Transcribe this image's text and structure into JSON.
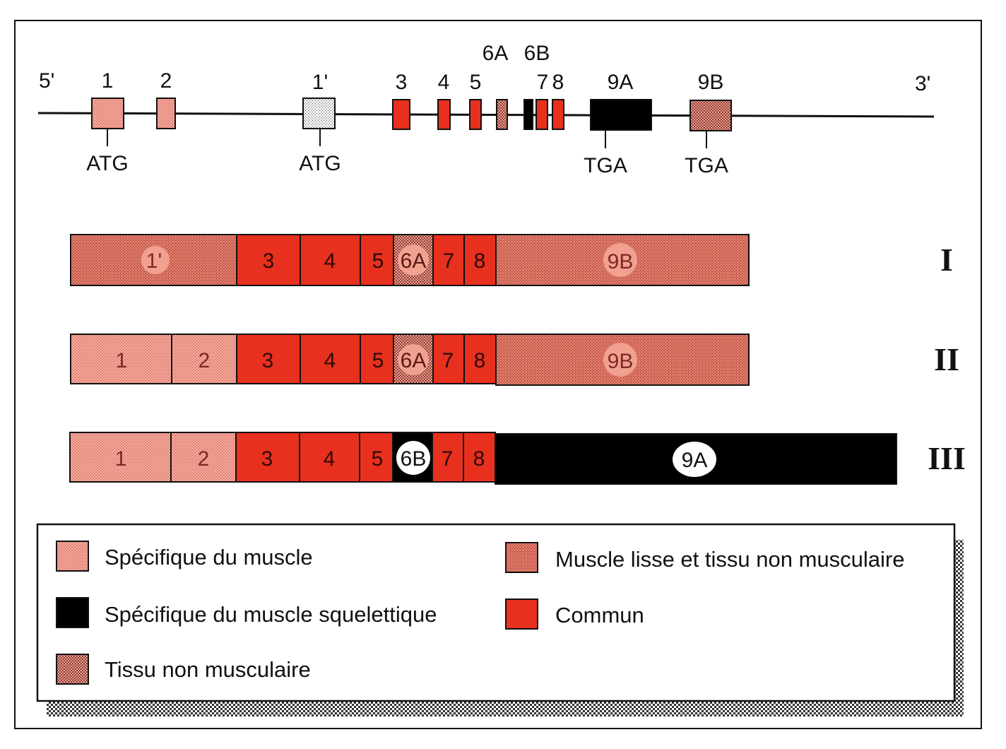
{
  "colors": {
    "muscle_specific": "#ef8a7a",
    "skeletal_specific": "#000000",
    "non_muscle": "#e0705f",
    "smooth_and_non_muscle": "#d97a6c",
    "common": "#e8301e",
    "alt_start_exon": "#dcdcdc"
  },
  "gene": {
    "end5": "5'",
    "end3": "3'",
    "exons": [
      {
        "label": "1",
        "style": "muscle_specific"
      },
      {
        "label": "2",
        "style": "muscle_specific"
      },
      {
        "label": "1'",
        "style": "alt_start_exon"
      },
      {
        "label": "3",
        "style": "common"
      },
      {
        "label": "4",
        "style": "common"
      },
      {
        "label": "5",
        "style": "common"
      },
      {
        "label": "6A",
        "style": "smooth_and_non_muscle"
      },
      {
        "label": "6B",
        "style": "skeletal_specific"
      },
      {
        "label": "7",
        "style": "common"
      },
      {
        "label": "8",
        "style": "common"
      },
      {
        "label": "9A",
        "style": "skeletal_specific"
      },
      {
        "label": "9B",
        "style": "non_muscle"
      }
    ],
    "codons": [
      {
        "text": "ATG",
        "exon": "1"
      },
      {
        "text": "ATG",
        "exon": "1'"
      },
      {
        "text": "TGA",
        "exon": "9A"
      },
      {
        "text": "TGA",
        "exon": "9B"
      }
    ]
  },
  "transcripts": [
    {
      "roman": "I",
      "segments": [
        {
          "label": "1'",
          "style": "smooth_and_non_muscle"
        },
        {
          "label": "3",
          "style": "common"
        },
        {
          "label": "4",
          "style": "common"
        },
        {
          "label": "5",
          "style": "common"
        },
        {
          "label": "6A",
          "style": "smooth_and_non_muscle"
        },
        {
          "label": "7",
          "style": "common"
        },
        {
          "label": "8",
          "style": "common"
        },
        {
          "label": "9B",
          "style": "smooth_and_non_muscle"
        }
      ]
    },
    {
      "roman": "II",
      "segments": [
        {
          "label": "1",
          "style": "muscle_specific"
        },
        {
          "label": "2",
          "style": "muscle_specific"
        },
        {
          "label": "3",
          "style": "common"
        },
        {
          "label": "4",
          "style": "common"
        },
        {
          "label": "5",
          "style": "common"
        },
        {
          "label": "6A",
          "style": "smooth_and_non_muscle"
        },
        {
          "label": "7",
          "style": "common"
        },
        {
          "label": "8",
          "style": "common"
        },
        {
          "label": "9B",
          "style": "smooth_and_non_muscle"
        }
      ]
    },
    {
      "roman": "III",
      "segments": [
        {
          "label": "1",
          "style": "muscle_specific"
        },
        {
          "label": "2",
          "style": "muscle_specific"
        },
        {
          "label": "3",
          "style": "common"
        },
        {
          "label": "4",
          "style": "common"
        },
        {
          "label": "5",
          "style": "common"
        },
        {
          "label": "6B",
          "style": "skeletal_specific"
        },
        {
          "label": "7",
          "style": "common"
        },
        {
          "label": "8",
          "style": "common"
        },
        {
          "label": "9A",
          "style": "skeletal_specific"
        }
      ]
    }
  ],
  "legend": [
    {
      "text": "Spécifique du muscle",
      "style": "muscle_specific"
    },
    {
      "text": "Spécifique du muscle squelettique",
      "style": "skeletal_specific"
    },
    {
      "text": "Tissu non musculaire",
      "style": "non_muscle"
    },
    {
      "text": "Muscle lisse et tissu non musculaire",
      "style": "smooth_and_non_muscle"
    },
    {
      "text": "Commun",
      "style": "common"
    }
  ]
}
